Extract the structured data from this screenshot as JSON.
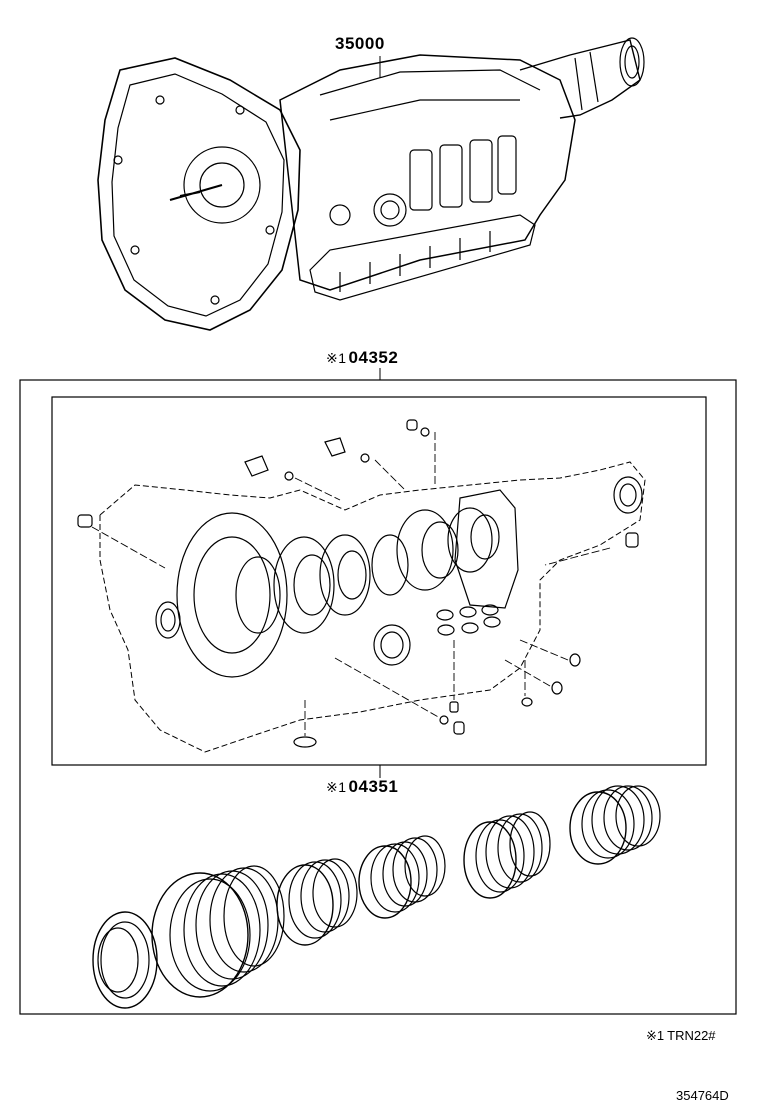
{
  "parts": {
    "transmission": {
      "number": "35000"
    },
    "overhaul_gasket_kit": {
      "mark": "※1",
      "number": "04352"
    },
    "disc_kit": {
      "mark": "※1",
      "number": "04351"
    }
  },
  "footnote": {
    "mark": "※1",
    "text": "TRN22#"
  },
  "illustration_id": "354764D",
  "icons": {
    "transmission": "transmission-assembly-icon",
    "gasket": "gasket-kit-icon",
    "clutch_disc": "clutch-disc-icon"
  }
}
